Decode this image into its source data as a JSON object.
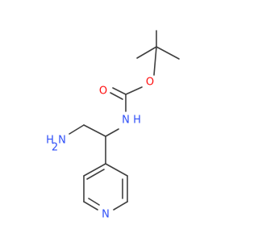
{
  "atoms": {
    "carbonyl_oxygen": {
      "text": "O",
      "color": "#ff0d0d"
    },
    "ester_oxygen": {
      "text": "O",
      "color": "#ff0d0d"
    },
    "carbamate_nitrogen": {
      "text": "N",
      "color": "#3050f8"
    },
    "carbamate_hydrogen": {
      "text": "H",
      "color": "#3050f8"
    },
    "amine_nitrogen": {
      "text": "N",
      "color": "#3050f8"
    },
    "amine_hydrogen": {
      "text": "H",
      "color": "#3050f8"
    },
    "amine_hydrogen_count": {
      "text": "2",
      "color": "#3050f8"
    },
    "pyridine_nitrogen": {
      "text": "N",
      "color": "#3050f8"
    }
  },
  "bond_color": "#3f3f3f",
  "background": "#ffffff"
}
